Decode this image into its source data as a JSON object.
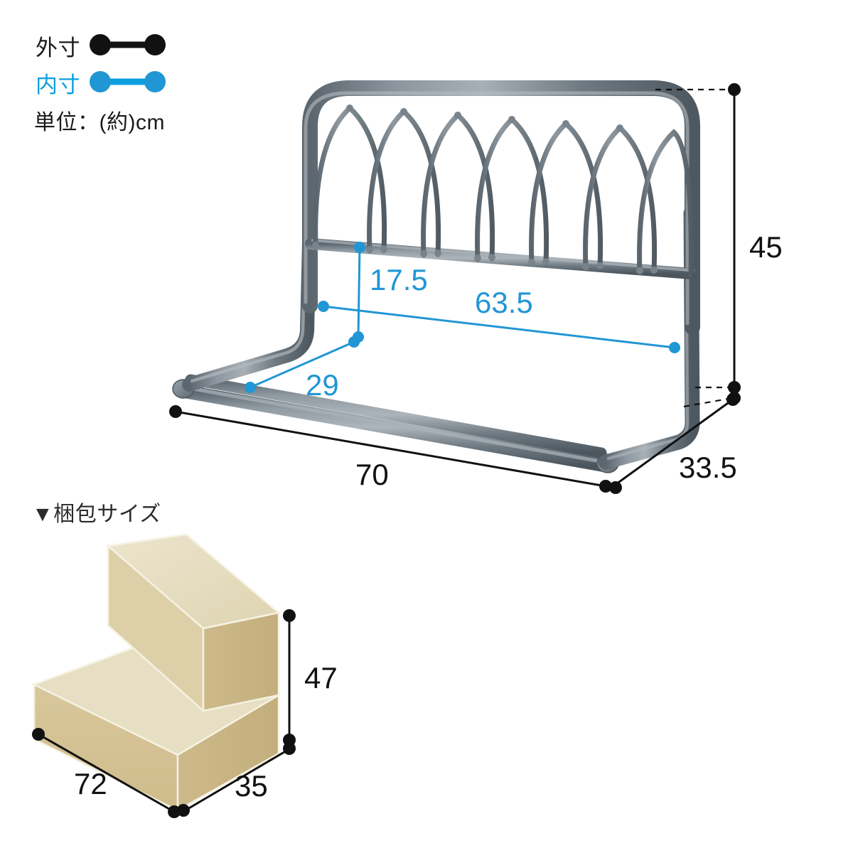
{
  "legend": {
    "outer": {
      "label": "外寸",
      "icon": "dumbbell-icon",
      "color": "#111111"
    },
    "inner": {
      "label": "内寸",
      "icon": "dumbbell-icon",
      "color": "#0d9fe0"
    },
    "unit": "単位：(約)cm"
  },
  "product": {
    "name": "metal-bed-guard-frame",
    "color": "#6b7680",
    "arch_count": 7,
    "dimensions": {
      "width_outer": "70",
      "height_outer": "45",
      "depth_outer": "33.5",
      "width_inner": "63.5",
      "height_inner": "17.5",
      "depth_inner": "29"
    }
  },
  "packaging": {
    "heading": "▼梱包サイズ",
    "color": "#d4c191",
    "dimensions": {
      "width": "72",
      "depth": "35",
      "height": "47"
    }
  },
  "colors": {
    "accent_blue": "#2196d4",
    "legend_blue": "#0d9fe0",
    "black": "#111111",
    "metal_dark": "#5a646d",
    "metal_mid": "#6f7a84",
    "metal_light": "#99a3ab",
    "box_front": "#d4c191",
    "box_top": "#e7dfc3",
    "box_side": "#c9b484",
    "box_edge": "#f4efdd"
  }
}
